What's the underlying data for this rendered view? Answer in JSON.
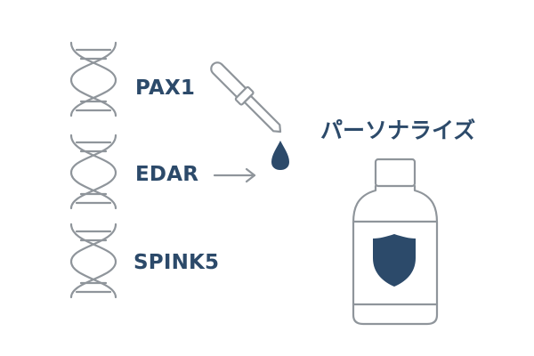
{
  "genes": [
    {
      "name": "PAX1"
    },
    {
      "name": "EDAR"
    },
    {
      "name": "SPINK5"
    }
  ],
  "personalize_text": "パーソナライズ",
  "icons": {
    "dna": "dna-helix-icon",
    "arrow": "arrow-right-icon",
    "dropper": "dropper-icon",
    "drop": "water-drop-icon",
    "bottle": "serum-bottle-icon",
    "shield": "shield-icon"
  },
  "colors": {
    "outline": "#8f959b",
    "accent": "#2c4a6a",
    "background": "#ffffff"
  }
}
